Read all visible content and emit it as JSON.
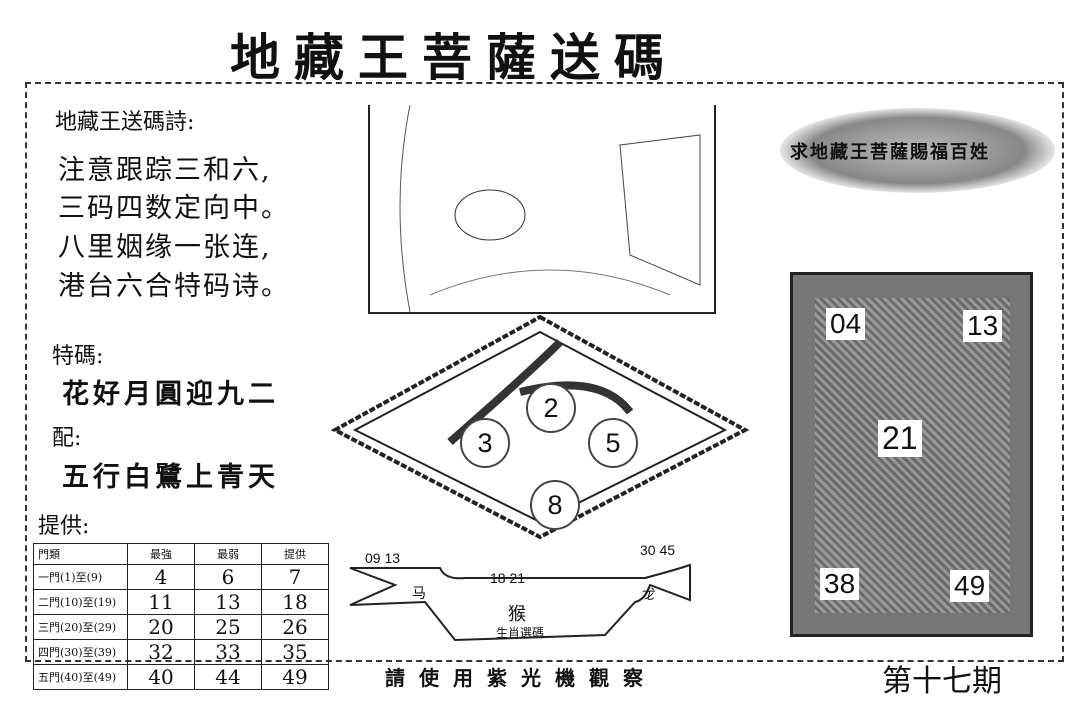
{
  "title": "地藏王菩薩送碼",
  "poem": {
    "heading": "地藏王送碼詩:",
    "lines": [
      "注意跟踪三和六,",
      "三码四数定向中。",
      "八里姻缘一张连,",
      "港台六合特码诗。"
    ]
  },
  "special": {
    "label": "特碼:",
    "text": "花好月圓迎九二"
  },
  "match": {
    "label": "配:",
    "text": "五行白鷺上青天"
  },
  "provider": {
    "label": "提供:"
  },
  "banner": "求地藏王菩薩賜福百姓",
  "diamond_numbers": [
    "2",
    "3",
    "5",
    "8"
  ],
  "statue_numbers": [
    "04",
    "13",
    "21",
    "38",
    "49"
  ],
  "zodiac": {
    "left_nums": "09 13",
    "left_sign": "马",
    "center_nums": "18 21",
    "center_sign": "猴",
    "right_nums": "30 45",
    "right_sign": "龙",
    "caption": "生肖選碼"
  },
  "table": {
    "headers": [
      "門類",
      "最強",
      "最弱",
      "提供"
    ],
    "rows": [
      [
        "一門(1)至(9)",
        "4",
        "6",
        "7"
      ],
      [
        "二門(10)至(19)",
        "11",
        "13",
        "18"
      ],
      [
        "三門(20)至(29)",
        "20",
        "25",
        "26"
      ],
      [
        "四門(30)至(39)",
        "32",
        "33",
        "35"
      ],
      [
        "五門(40)至(49)",
        "40",
        "44",
        "49"
      ]
    ]
  },
  "footer": "請使用紫光機觀察",
  "issue": "第十七期"
}
